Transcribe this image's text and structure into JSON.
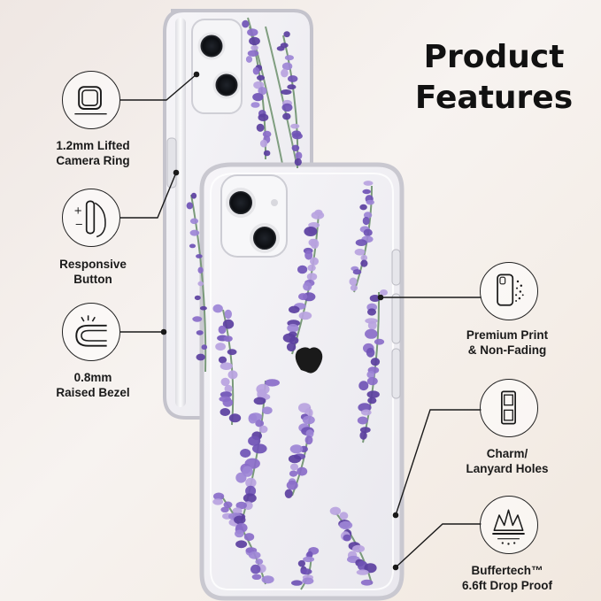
{
  "title": {
    "line1": "Product",
    "line2": "Features"
  },
  "colors": {
    "lavender_dark": "#5b3fa0",
    "lavender_mid": "#8a6cc9",
    "lavender_light": "#b8a3e0",
    "stem": "#7a9a7a"
  },
  "features": [
    {
      "icon": "camera-ring-icon",
      "line1": "1.2mm Lifted",
      "line2": "Camera Ring"
    },
    {
      "icon": "responsive-button-icon",
      "line1": "Responsive",
      "line2": "Button"
    },
    {
      "icon": "raised-bezel-icon",
      "line1": "0.8mm",
      "line2": "Raised Bezel"
    },
    {
      "icon": "print-icon",
      "line1": "Premium Print",
      "line2": "& Non-Fading"
    },
    {
      "icon": "lanyard-holes-icon",
      "line1": "Charm/",
      "line2": "Lanyard Holes"
    },
    {
      "icon": "drop-proof-icon",
      "line1": "Buffertech™",
      "line2": "6.6ft Drop Proof"
    }
  ]
}
